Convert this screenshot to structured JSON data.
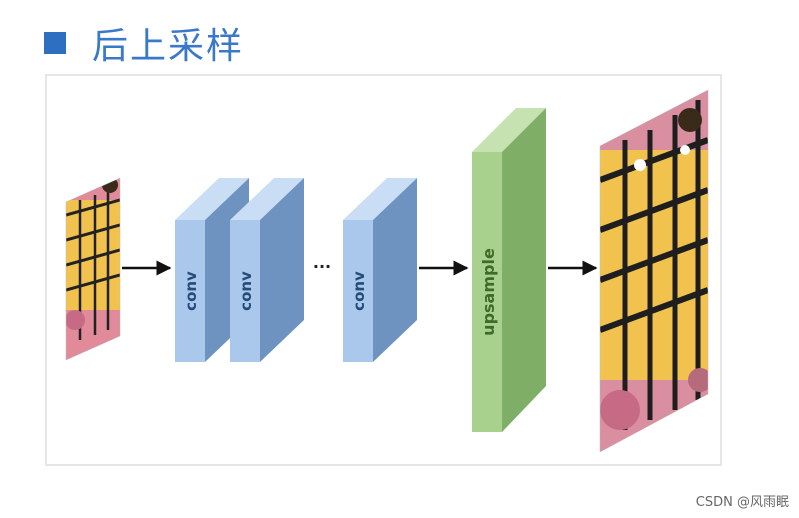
{
  "title": "后上采样",
  "blocks": {
    "conv_label": "conv",
    "upsample_label": "upsample",
    "ellipsis": "···"
  },
  "watermark": "CSDN @风雨眠",
  "colors": {
    "title_square": "#2f6fc1",
    "title_text": "#3a78c9",
    "conv_front": "#a9c8ec",
    "conv_top": "#c9ddf5",
    "conv_side": "#6f93c1",
    "upsample_front": "#a9d18e",
    "upsample_top": "#c5e2b0",
    "upsample_side": "#7fae67",
    "label_text": "#274a78",
    "upsample_text": "#3f6b2a",
    "arrow": "#111111"
  },
  "icons": [
    "butterfly-small-image",
    "butterfly-large-image"
  ]
}
